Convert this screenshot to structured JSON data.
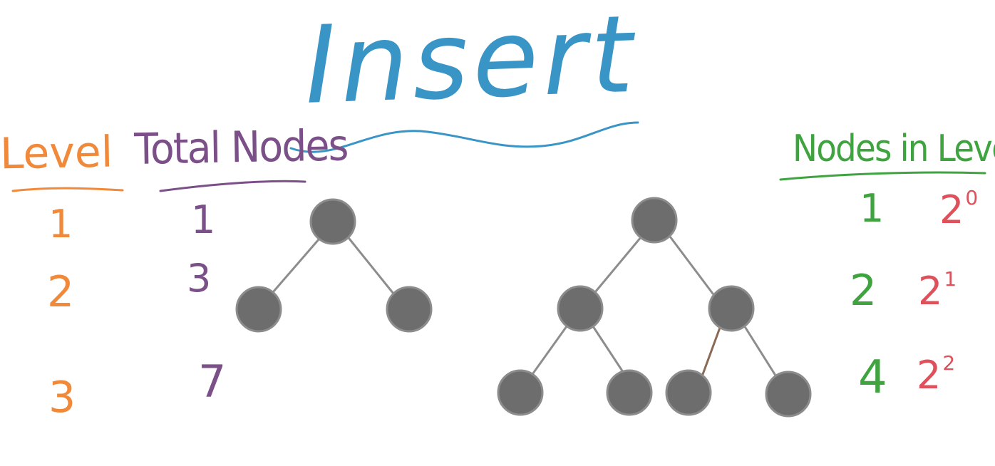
{
  "title": "Insert",
  "headers": {
    "level": "Level",
    "total_nodes": "Total Nodes",
    "nodes_in_level": "Nodes in Level"
  },
  "rows": [
    {
      "level": "1",
      "total": "1",
      "count": "1",
      "power_base": "2",
      "power_exp": "0"
    },
    {
      "level": "2",
      "total": "3",
      "count": "2",
      "power_base": "2",
      "power_exp": "1"
    },
    {
      "level": "3",
      "total": "7",
      "count": "4",
      "power_base": "2",
      "power_exp": "2"
    }
  ],
  "colors": {
    "title": "#3a95c7",
    "level": "#f08a3a",
    "total": "#7b4f88",
    "nodes_in_level": "#3fa33f",
    "power": "#e0505a",
    "node_fill": "#6d6d6d",
    "edge": "#8d8d8d",
    "new_edge": "#8a6a55"
  }
}
